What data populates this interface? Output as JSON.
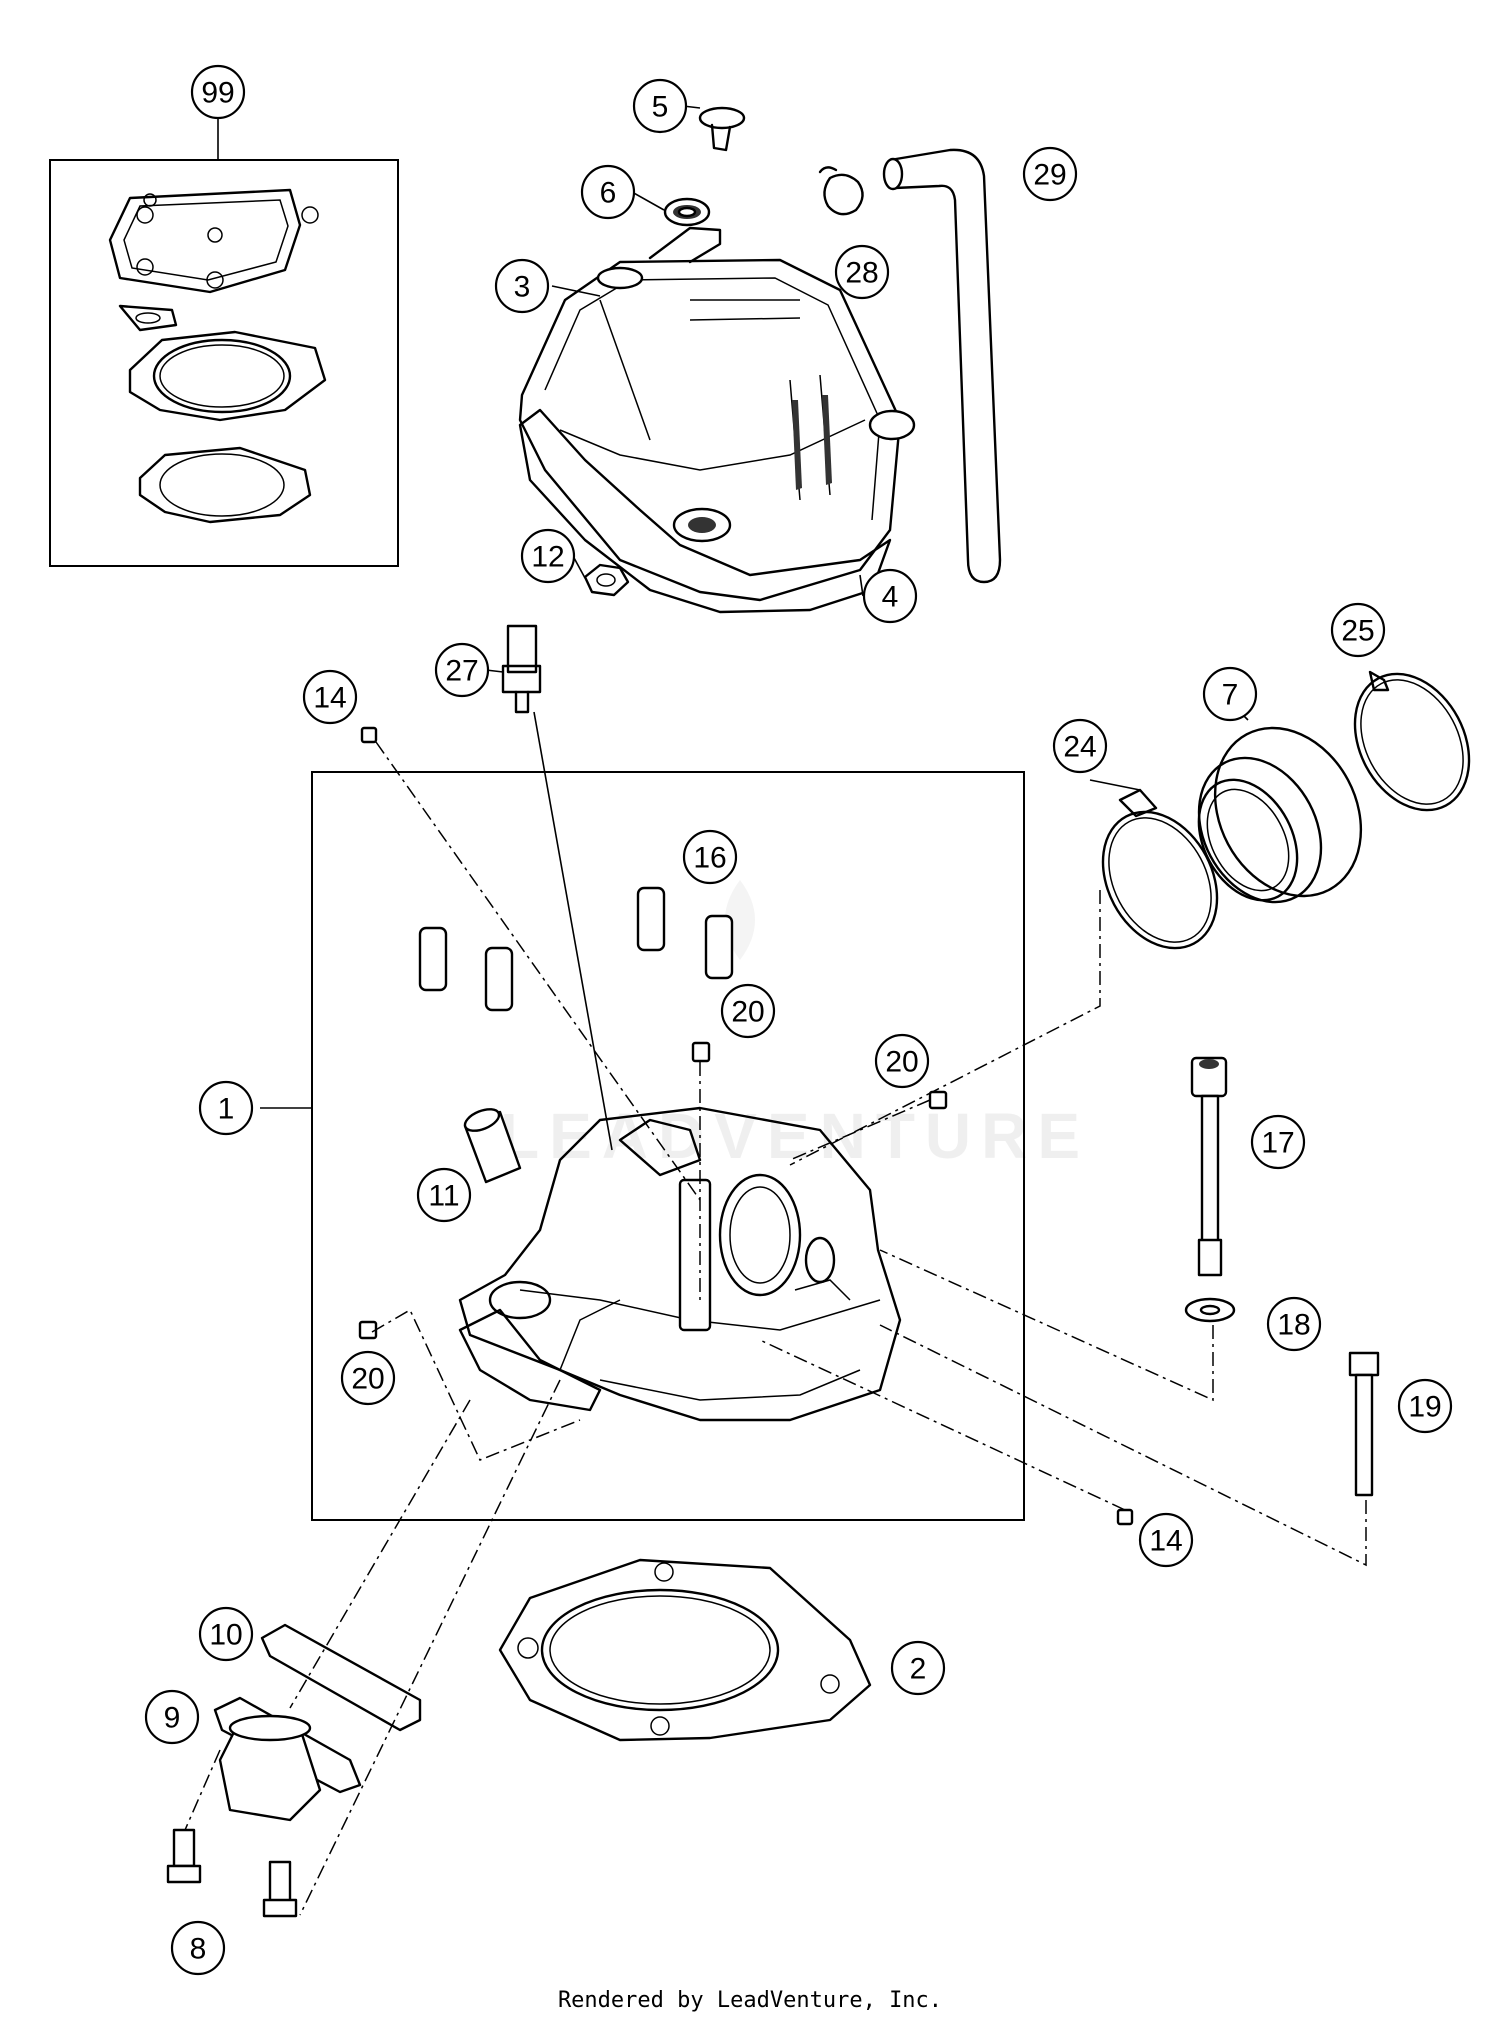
{
  "callouts": [
    {
      "id": "99",
      "label": "99"
    },
    {
      "id": "5",
      "label": "5"
    },
    {
      "id": "6",
      "label": "6"
    },
    {
      "id": "3",
      "label": "3"
    },
    {
      "id": "28",
      "label": "28"
    },
    {
      "id": "29",
      "label": "29"
    },
    {
      "id": "12",
      "label": "12"
    },
    {
      "id": "4",
      "label": "4"
    },
    {
      "id": "27",
      "label": "27"
    },
    {
      "id": "14a",
      "label": "14"
    },
    {
      "id": "25",
      "label": "25"
    },
    {
      "id": "7",
      "label": "7"
    },
    {
      "id": "24",
      "label": "24"
    },
    {
      "id": "16",
      "label": "16"
    },
    {
      "id": "20a",
      "label": "20"
    },
    {
      "id": "20b",
      "label": "20"
    },
    {
      "id": "1",
      "label": "1"
    },
    {
      "id": "17",
      "label": "17"
    },
    {
      "id": "11",
      "label": "11"
    },
    {
      "id": "18",
      "label": "18"
    },
    {
      "id": "20c",
      "label": "20"
    },
    {
      "id": "19",
      "label": "19"
    },
    {
      "id": "14b",
      "label": "14"
    },
    {
      "id": "10",
      "label": "10"
    },
    {
      "id": "2",
      "label": "2"
    },
    {
      "id": "9",
      "label": "9"
    },
    {
      "id": "8",
      "label": "8"
    }
  ],
  "credit": "Rendered by LeadVenture, Inc."
}
